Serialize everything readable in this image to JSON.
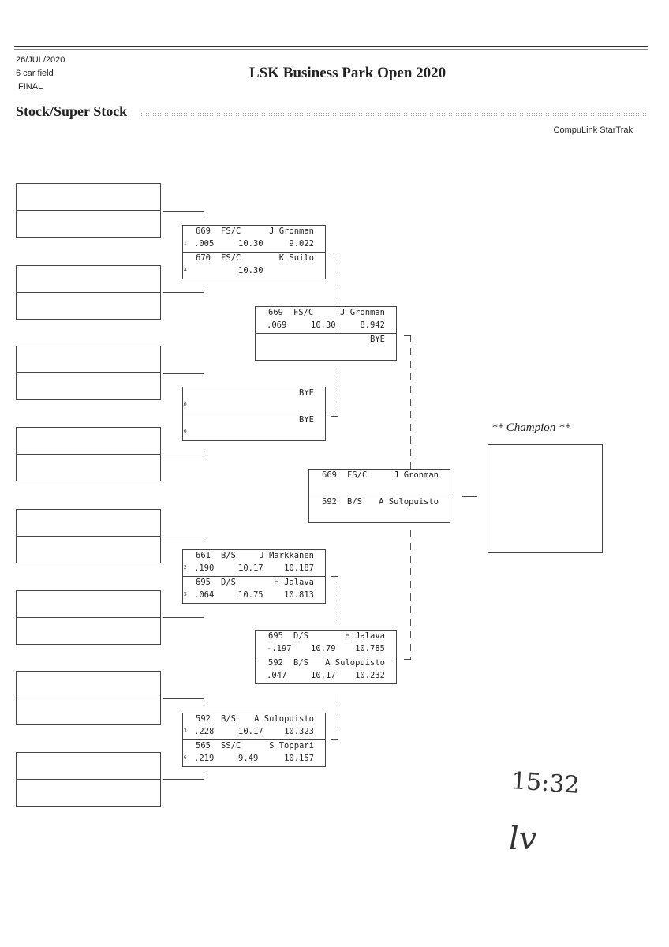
{
  "header": {
    "date": "26/JUL/2020",
    "field": "6 car field",
    "round": "FINAL",
    "title": "LSK Business Park Open 2020",
    "class_name": "Stock/Super Stock",
    "software": "CompuLink StarTrak"
  },
  "champion_label": "** Champion **",
  "handwriting": {
    "time": "15:32",
    "initials": "lv"
  },
  "matches": [
    {
      "lanes": [
        {
          "seed": "1",
          "car": "669",
          "cls": "FS/C",
          "driver": "J Gronman",
          "rt": ".005",
          "dial": "10.30",
          "et": "9.022"
        },
        {
          "seed": "4",
          "car": "670",
          "cls": "FS/C",
          "driver": "K Suilo",
          "rt": "",
          "dial": "10.30",
          "et": ""
        }
      ]
    },
    {
      "lanes": [
        {
          "seed": "0",
          "car": "",
          "cls": "",
          "driver": "BYE",
          "rt": "",
          "dial": "",
          "et": ""
        },
        {
          "seed": "0",
          "car": "",
          "cls": "",
          "driver": "BYE",
          "rt": "",
          "dial": "",
          "et": ""
        }
      ]
    },
    {
      "lanes": [
        {
          "seed": "2",
          "car": "661",
          "cls": "B/S",
          "driver": "J Markkanen",
          "rt": ".190",
          "dial": "10.17",
          "et": "10.187"
        },
        {
          "seed": "5",
          "car": "695",
          "cls": "D/S",
          "driver": "H Jalava",
          "rt": ".064",
          "dial": "10.75",
          "et": "10.813"
        }
      ]
    },
    {
      "lanes": [
        {
          "seed": "3",
          "car": "592",
          "cls": "B/S",
          "driver": "A Sulopuisto",
          "rt": ".228",
          "dial": "10.17",
          "et": "10.323"
        },
        {
          "seed": "6",
          "car": "565",
          "cls": "SS/C",
          "driver": "S Toppari",
          "rt": ".219",
          "dial": "9.49",
          "et": "10.157"
        }
      ]
    },
    {
      "lanes": [
        {
          "seed": "",
          "car": "669",
          "cls": "FS/C",
          "driver": "J Gronman",
          "rt": ".069",
          "dial": "10.30",
          "et": "8.942"
        },
        {
          "seed": "",
          "car": "",
          "cls": "",
          "driver": "BYE",
          "rt": "",
          "dial": "",
          "et": ""
        }
      ]
    },
    {
      "lanes": [
        {
          "seed": "",
          "car": "695",
          "cls": "D/S",
          "driver": "H Jalava",
          "rt": "-.197",
          "dial": "10.79",
          "et": "10.785"
        },
        {
          "seed": "",
          "car": "592",
          "cls": "B/S",
          "driver": "A Sulopuisto",
          "rt": ".047",
          "dial": "10.17",
          "et": "10.232"
        }
      ]
    },
    {
      "lanes": [
        {
          "seed": "",
          "car": "669",
          "cls": "FS/C",
          "driver": "J Gronman",
          "rt": "",
          "dial": "",
          "et": ""
        },
        {
          "seed": "",
          "car": "592",
          "cls": "B/S",
          "driver": "A Sulopuisto",
          "rt": "",
          "dial": "",
          "et": ""
        }
      ]
    }
  ]
}
